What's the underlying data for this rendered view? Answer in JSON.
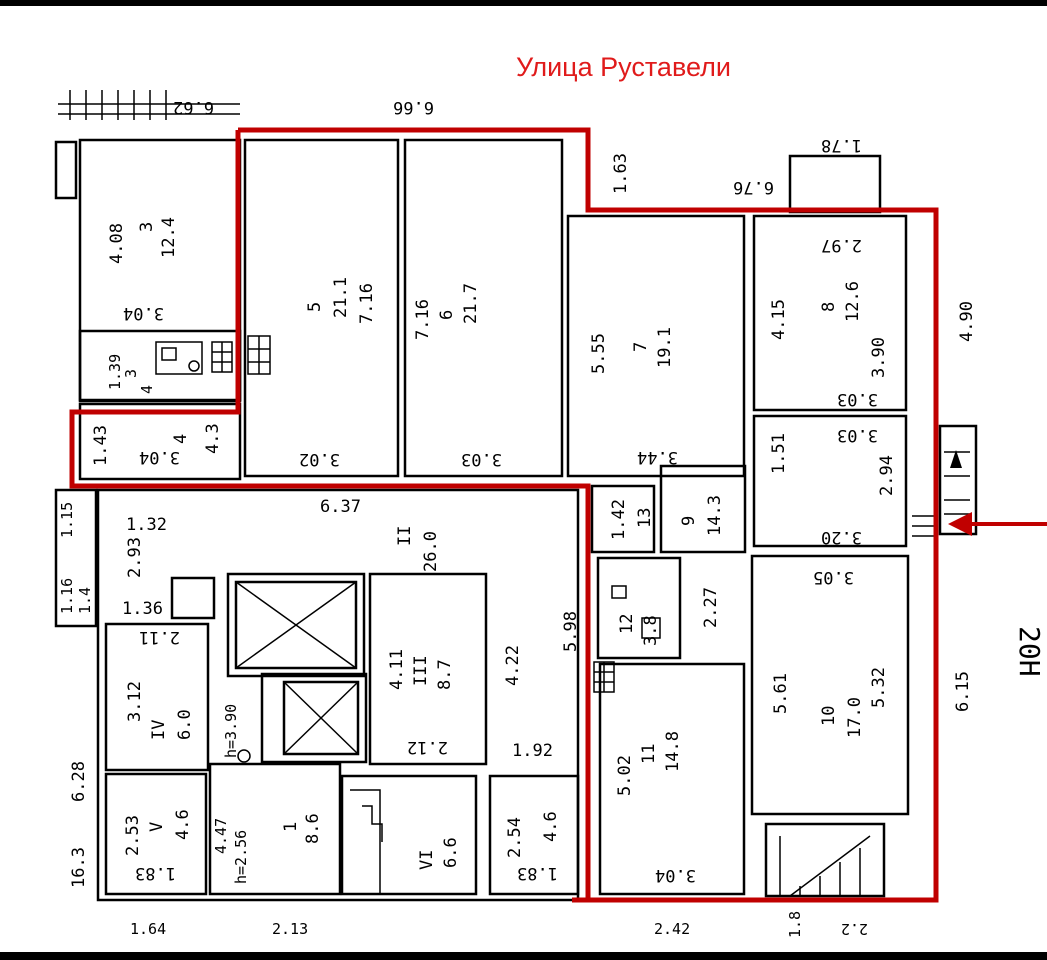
{
  "street_label": "Улица Руставели",
  "entrance_label": "20Н",
  "colors": {
    "outline": "#c00000",
    "street_text": "#e01b1b",
    "walls": "#000000"
  },
  "rooms": [
    {
      "num": "3",
      "area": "12.4",
      "dims": [
        "4.08",
        "3.04"
      ]
    },
    {
      "num": "3",
      "dims": [
        "1.39"
      ]
    },
    {
      "num": "4",
      "area": "4.3",
      "dims": [
        "1.43",
        "3.04"
      ]
    },
    {
      "num": "4"
    },
    {
      "num": "5",
      "area": "21.1",
      "dims": [
        "7.16",
        "3.02"
      ]
    },
    {
      "num": "6",
      "area": "21.7",
      "dims": [
        "7.16",
        "3.03"
      ]
    },
    {
      "num": "7",
      "area": "19.1",
      "dims": [
        "5.55",
        "3.44"
      ]
    },
    {
      "num": "8",
      "area": "12.6",
      "dims": [
        "4.15",
        "3.90",
        "2.97",
        "3.03"
      ]
    },
    {
      "num": "9",
      "area": "14.3",
      "dims": [
        "1.51",
        "3.03",
        "2.94",
        "3.20"
      ]
    },
    {
      "num": "13",
      "dims": [
        "1.42"
      ]
    },
    {
      "num": "12",
      "area": "3.8",
      "dims": [
        "2.27"
      ]
    },
    {
      "num": "11",
      "area": "14.8",
      "dims": [
        "5.02",
        "3.04"
      ]
    },
    {
      "num": "10",
      "area": "17.0",
      "dims": [
        "5.61",
        "5.32",
        "3.05"
      ]
    },
    {
      "num": "II",
      "area": "26.0",
      "dims": [
        "6.37",
        "1.32",
        "2.93",
        "5.98",
        "4.22",
        "1.92"
      ]
    },
    {
      "num": "III",
      "area": "8.7",
      "dims": [
        "4.11",
        "2.12"
      ]
    },
    {
      "num": "IV",
      "area": "6.0",
      "dims": [
        "3.12",
        "2.11",
        "1.36"
      ]
    },
    {
      "num": "V",
      "area": "4.6",
      "dims": [
        "2.53",
        "1.83"
      ]
    },
    {
      "num": "VI",
      "area": "6.6"
    },
    {
      "num": "1",
      "area": "8.6",
      "dims": [
        "4.47",
        "h=2.56",
        "h=3.90"
      ]
    },
    {
      "num": "",
      "area": "4.6",
      "dims": [
        "2.54",
        "1.83"
      ]
    }
  ],
  "outer_dims": [
    "6.66",
    "6.62",
    "1.63",
    "1.78",
    "6.76",
    "4.90",
    "6.15",
    "6.28",
    "16.3",
    "1.15",
    "1.16",
    "1.4",
    "2.42",
    "1.64",
    "2.13",
    "2.2",
    "1.8"
  ]
}
